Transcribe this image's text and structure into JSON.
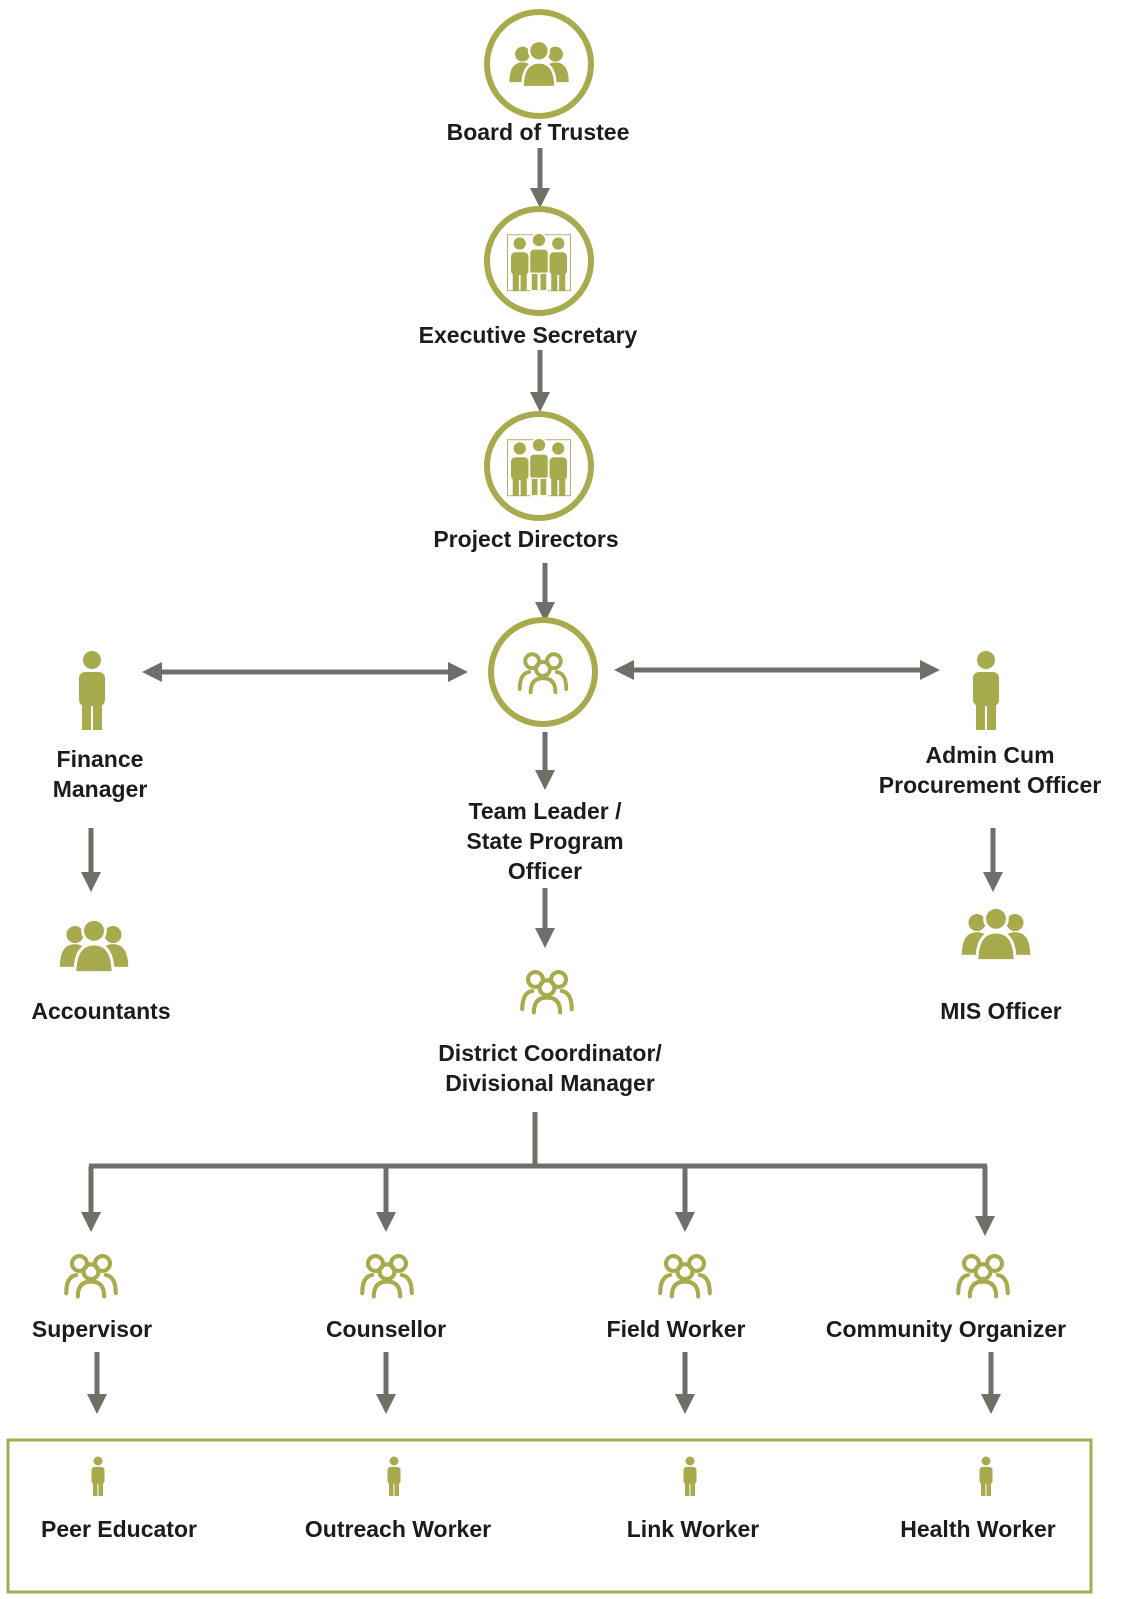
{
  "org_chart": {
    "board_of_trustee": "Board of Trustee",
    "executive_secretary": "Executive Secretary",
    "project_directors": "Project Directors",
    "finance_manager": [
      "Finance",
      "Manager"
    ],
    "admin_procurement": [
      "Admin Cum",
      "Procurement Officer"
    ],
    "team_leader": [
      "Team Leader /",
      "State Program",
      "Officer"
    ],
    "accountants": "Accountants",
    "mis_officer": "MIS Officer",
    "district_coordinator": [
      "District Coordinator/",
      "Divisional Manager"
    ],
    "field_roles": [
      "Supervisor",
      "Counsellor",
      "Field Worker",
      "Community Organizer"
    ],
    "community_roles": [
      "Peer Educator",
      "Outreach Worker",
      "Link Worker",
      "Health Worker"
    ]
  },
  "colors": {
    "accent": "#a8ab4d",
    "arrow": "#6f6f6a",
    "text": "#1c1c1c"
  },
  "icons": {
    "board": "group-icon",
    "executive": "team-icon",
    "directors": "team-icon",
    "team_leader": "outline-group-icon",
    "finance": "person-icon",
    "admin": "person-icon",
    "accountants": "group-icon",
    "mis": "group-icon",
    "district": "outline-group-icon",
    "field": "outline-group-icon",
    "community": "person-icon"
  }
}
